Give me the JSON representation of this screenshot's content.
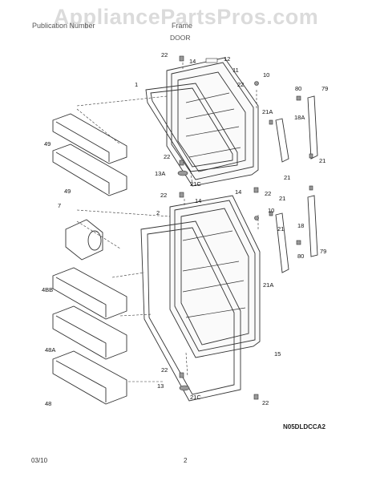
{
  "header": {
    "publication_label": "Publication Number",
    "model_label": "Frame",
    "section_title": "DOOR",
    "watermark": "AppliancePartsPros.com"
  },
  "diagram_code": "N05DLDCCA2",
  "footer": {
    "date": "03/10",
    "page_number": "2"
  },
  "callouts": [
    "22",
    "14",
    "12",
    "11",
    "10",
    "22",
    "1",
    "80",
    "79",
    "21A",
    "18A",
    "49",
    "21",
    "21",
    "22",
    "13A",
    "21C",
    "49",
    "22",
    "14",
    "14",
    "22",
    "21",
    "10",
    "7",
    "2",
    "18",
    "21",
    "4BB",
    "80",
    "79",
    "21A",
    "48A",
    "15",
    "48",
    "22",
    "13",
    "21C",
    "22"
  ]
}
